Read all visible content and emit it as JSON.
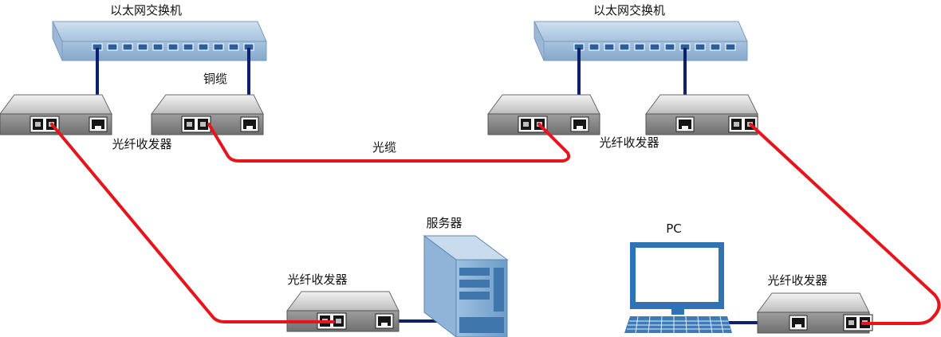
{
  "labels": {
    "switch_left": "以太网交换机",
    "switch_right": "以太网交换机",
    "copper_cable": "铜缆",
    "fiber_cable": "光缆",
    "transceiver_top_left": "光纤收发器",
    "transceiver_top_right": "光纤收发器",
    "transceiver_bottom_left": "光纤收发器",
    "transceiver_bottom_right": "光纤收发器",
    "server": "服务器",
    "pc": "PC"
  },
  "colors": {
    "fiber": "#e8141b",
    "copper": "#0d1f6e",
    "switch_top": "#b6cde2",
    "switch_front": "#8fb2d2",
    "device_blue": "#7ea6cf"
  },
  "icons": [
    "ethernet-switch-icon",
    "fiber-transceiver-icon",
    "server-tower-icon",
    "pc-monitor-icon",
    "keyboard-icon"
  ]
}
